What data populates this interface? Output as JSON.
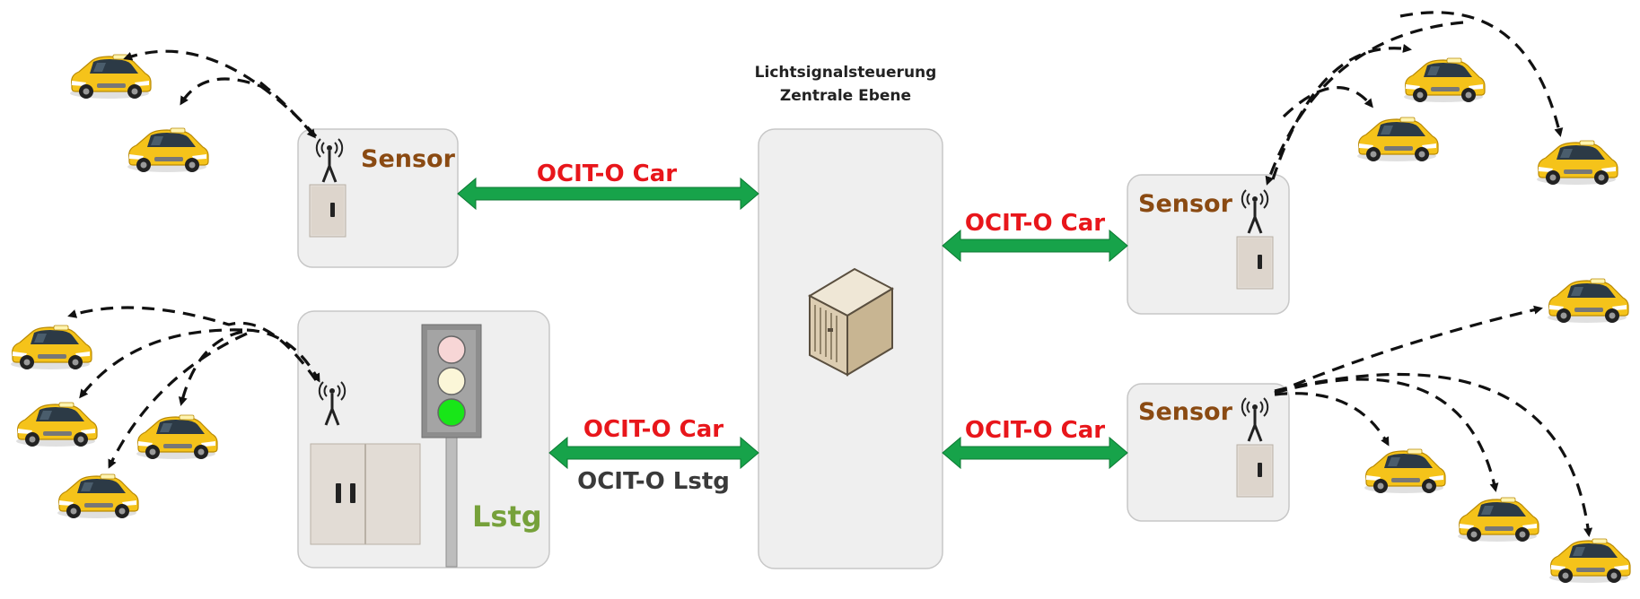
{
  "central": {
    "title_line1": "Lichtsignalsteuerung",
    "title_line2": "Zentrale Ebene"
  },
  "nodes": {
    "sensor_top_left": "Sensor",
    "sensor_right_top": "Sensor",
    "sensor_right_bottom": "Sensor",
    "lstg": "Lstg"
  },
  "links": {
    "top_left": "OCIT-O Car",
    "right_top": "OCIT-O Car",
    "bottom_left_primary": "OCIT-O Car",
    "bottom_left_secondary": "OCIT-O Lstg",
    "right_bottom": "OCIT-O Car"
  },
  "colors": {
    "protocol_text": "#e8161b",
    "secondary_text": "#3a3a3a",
    "sensor_text": "#8a4a12",
    "lstg_text": "#76a13a",
    "arrow_fill": "#17a34a",
    "panel_fill": "#efefef",
    "panel_stroke": "#c7c7c7",
    "car_body": "#f5c31a"
  },
  "icons": {
    "antenna": "antenna-icon",
    "cabinet": "cabinet-icon",
    "server": "server-icon",
    "traffic_light": "traffic-light-icon",
    "car": "car-icon"
  }
}
